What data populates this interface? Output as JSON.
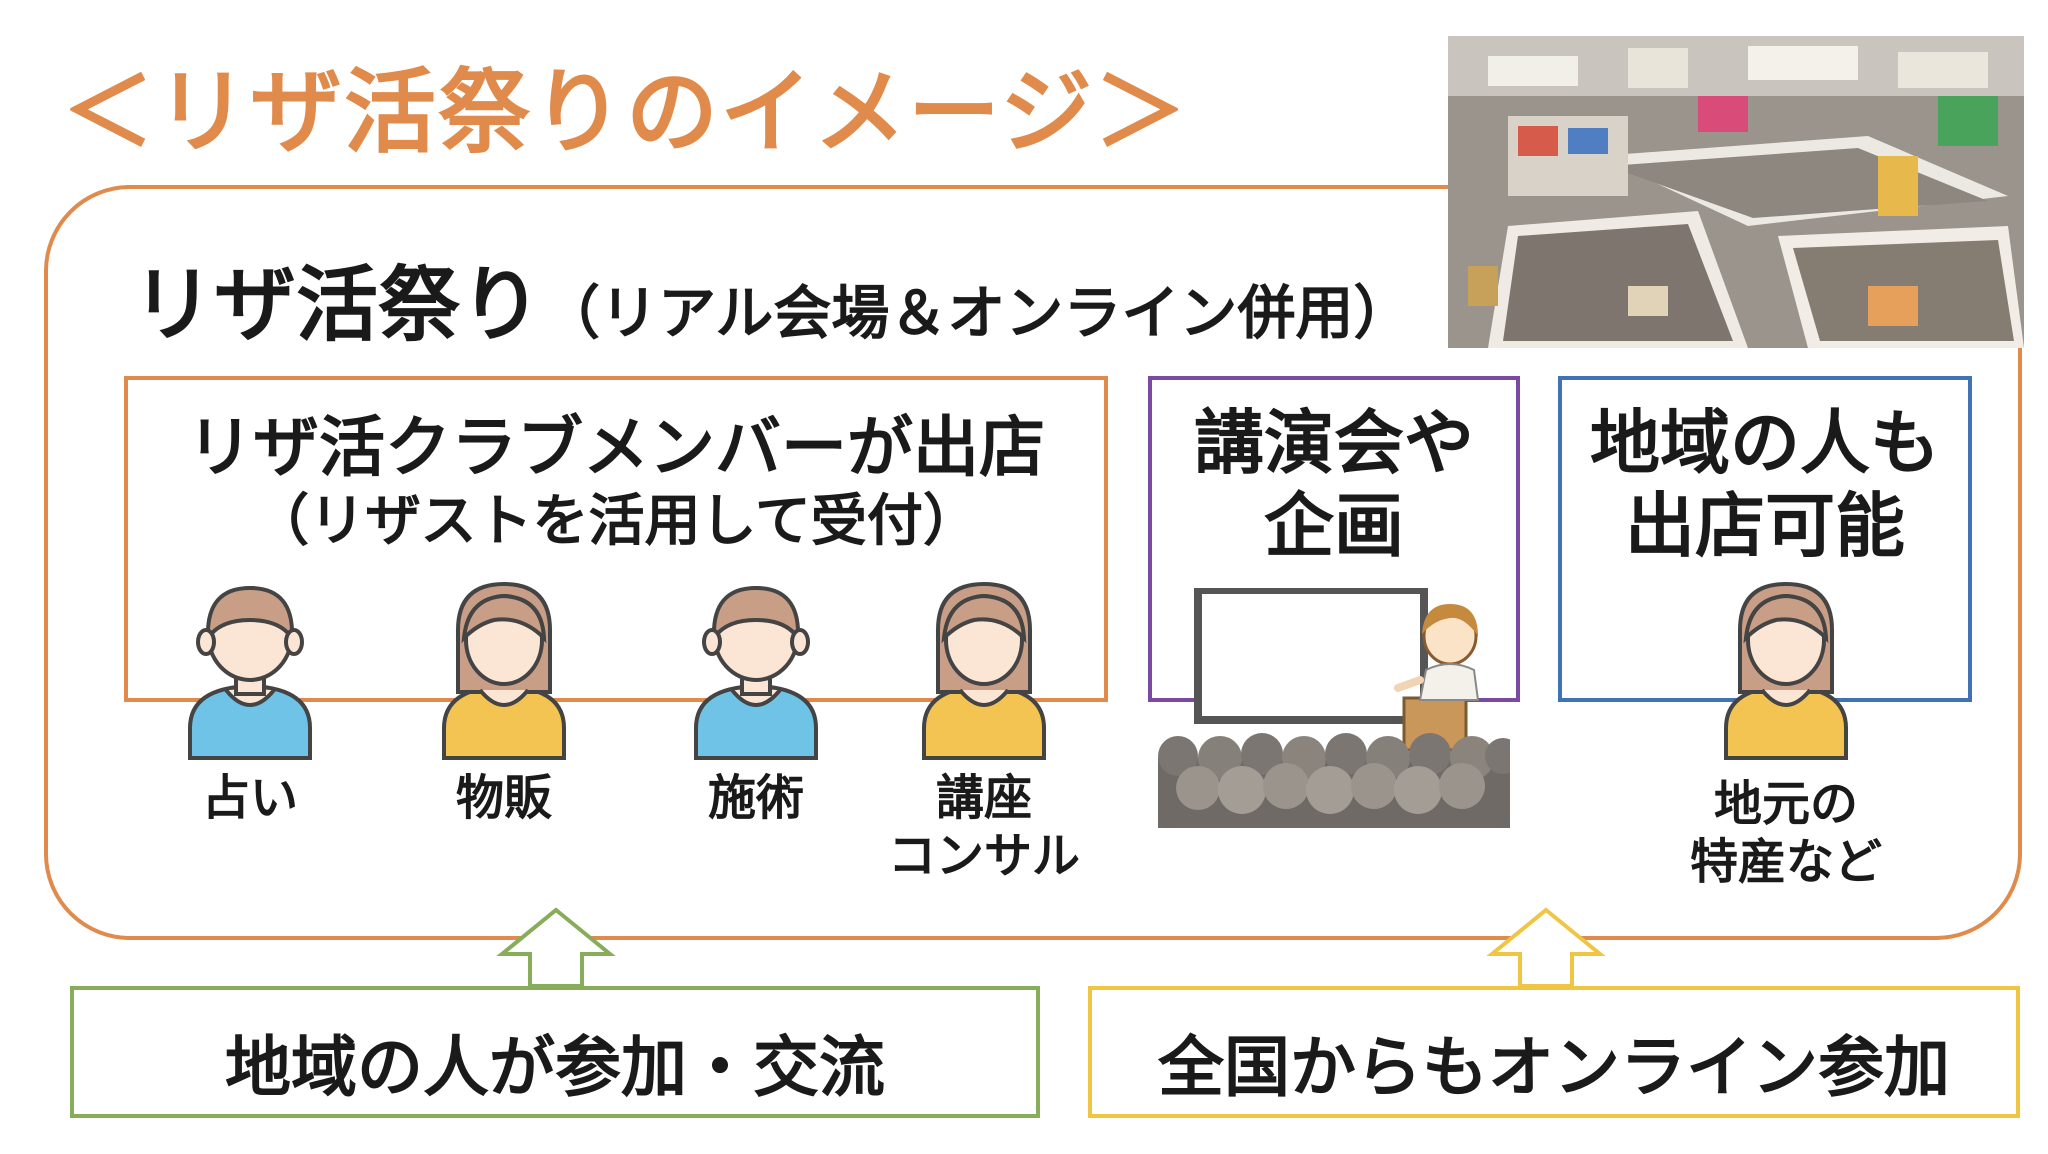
{
  "page": {
    "title": "＜リザ活祭りのイメージ＞"
  },
  "event": {
    "name": "リザ活祭り",
    "note": "（リアル会場＆オンライン併用）"
  },
  "members": {
    "title": "リザ活クラブメンバーが出店",
    "subtitle": "（リザストを活用して受付）",
    "items": [
      {
        "label": "占い"
      },
      {
        "label": "物販"
      },
      {
        "label": "施術"
      },
      {
        "label": "講座",
        "label2": "コンサル"
      }
    ]
  },
  "lecture": {
    "title_line1": "講演会や",
    "title_line2": "企画"
  },
  "local": {
    "title_line1": "地域の人も",
    "title_line2": "出店可能",
    "label_line1": "地元の",
    "label_line2": "特産など"
  },
  "bottom": {
    "left": "地域の人が参加・交流",
    "right": "全国からもオンライン参加"
  },
  "colors": {
    "orange": "#e08a4b",
    "purple": "#7a4aa3",
    "blue": "#3f73b6",
    "green": "#87ac5a",
    "yellow": "#efc543",
    "person_blue": "#6ec3e6",
    "person_yellow": "#f3c451",
    "hair": "#c89f86",
    "skin": "#fbe6d6"
  }
}
